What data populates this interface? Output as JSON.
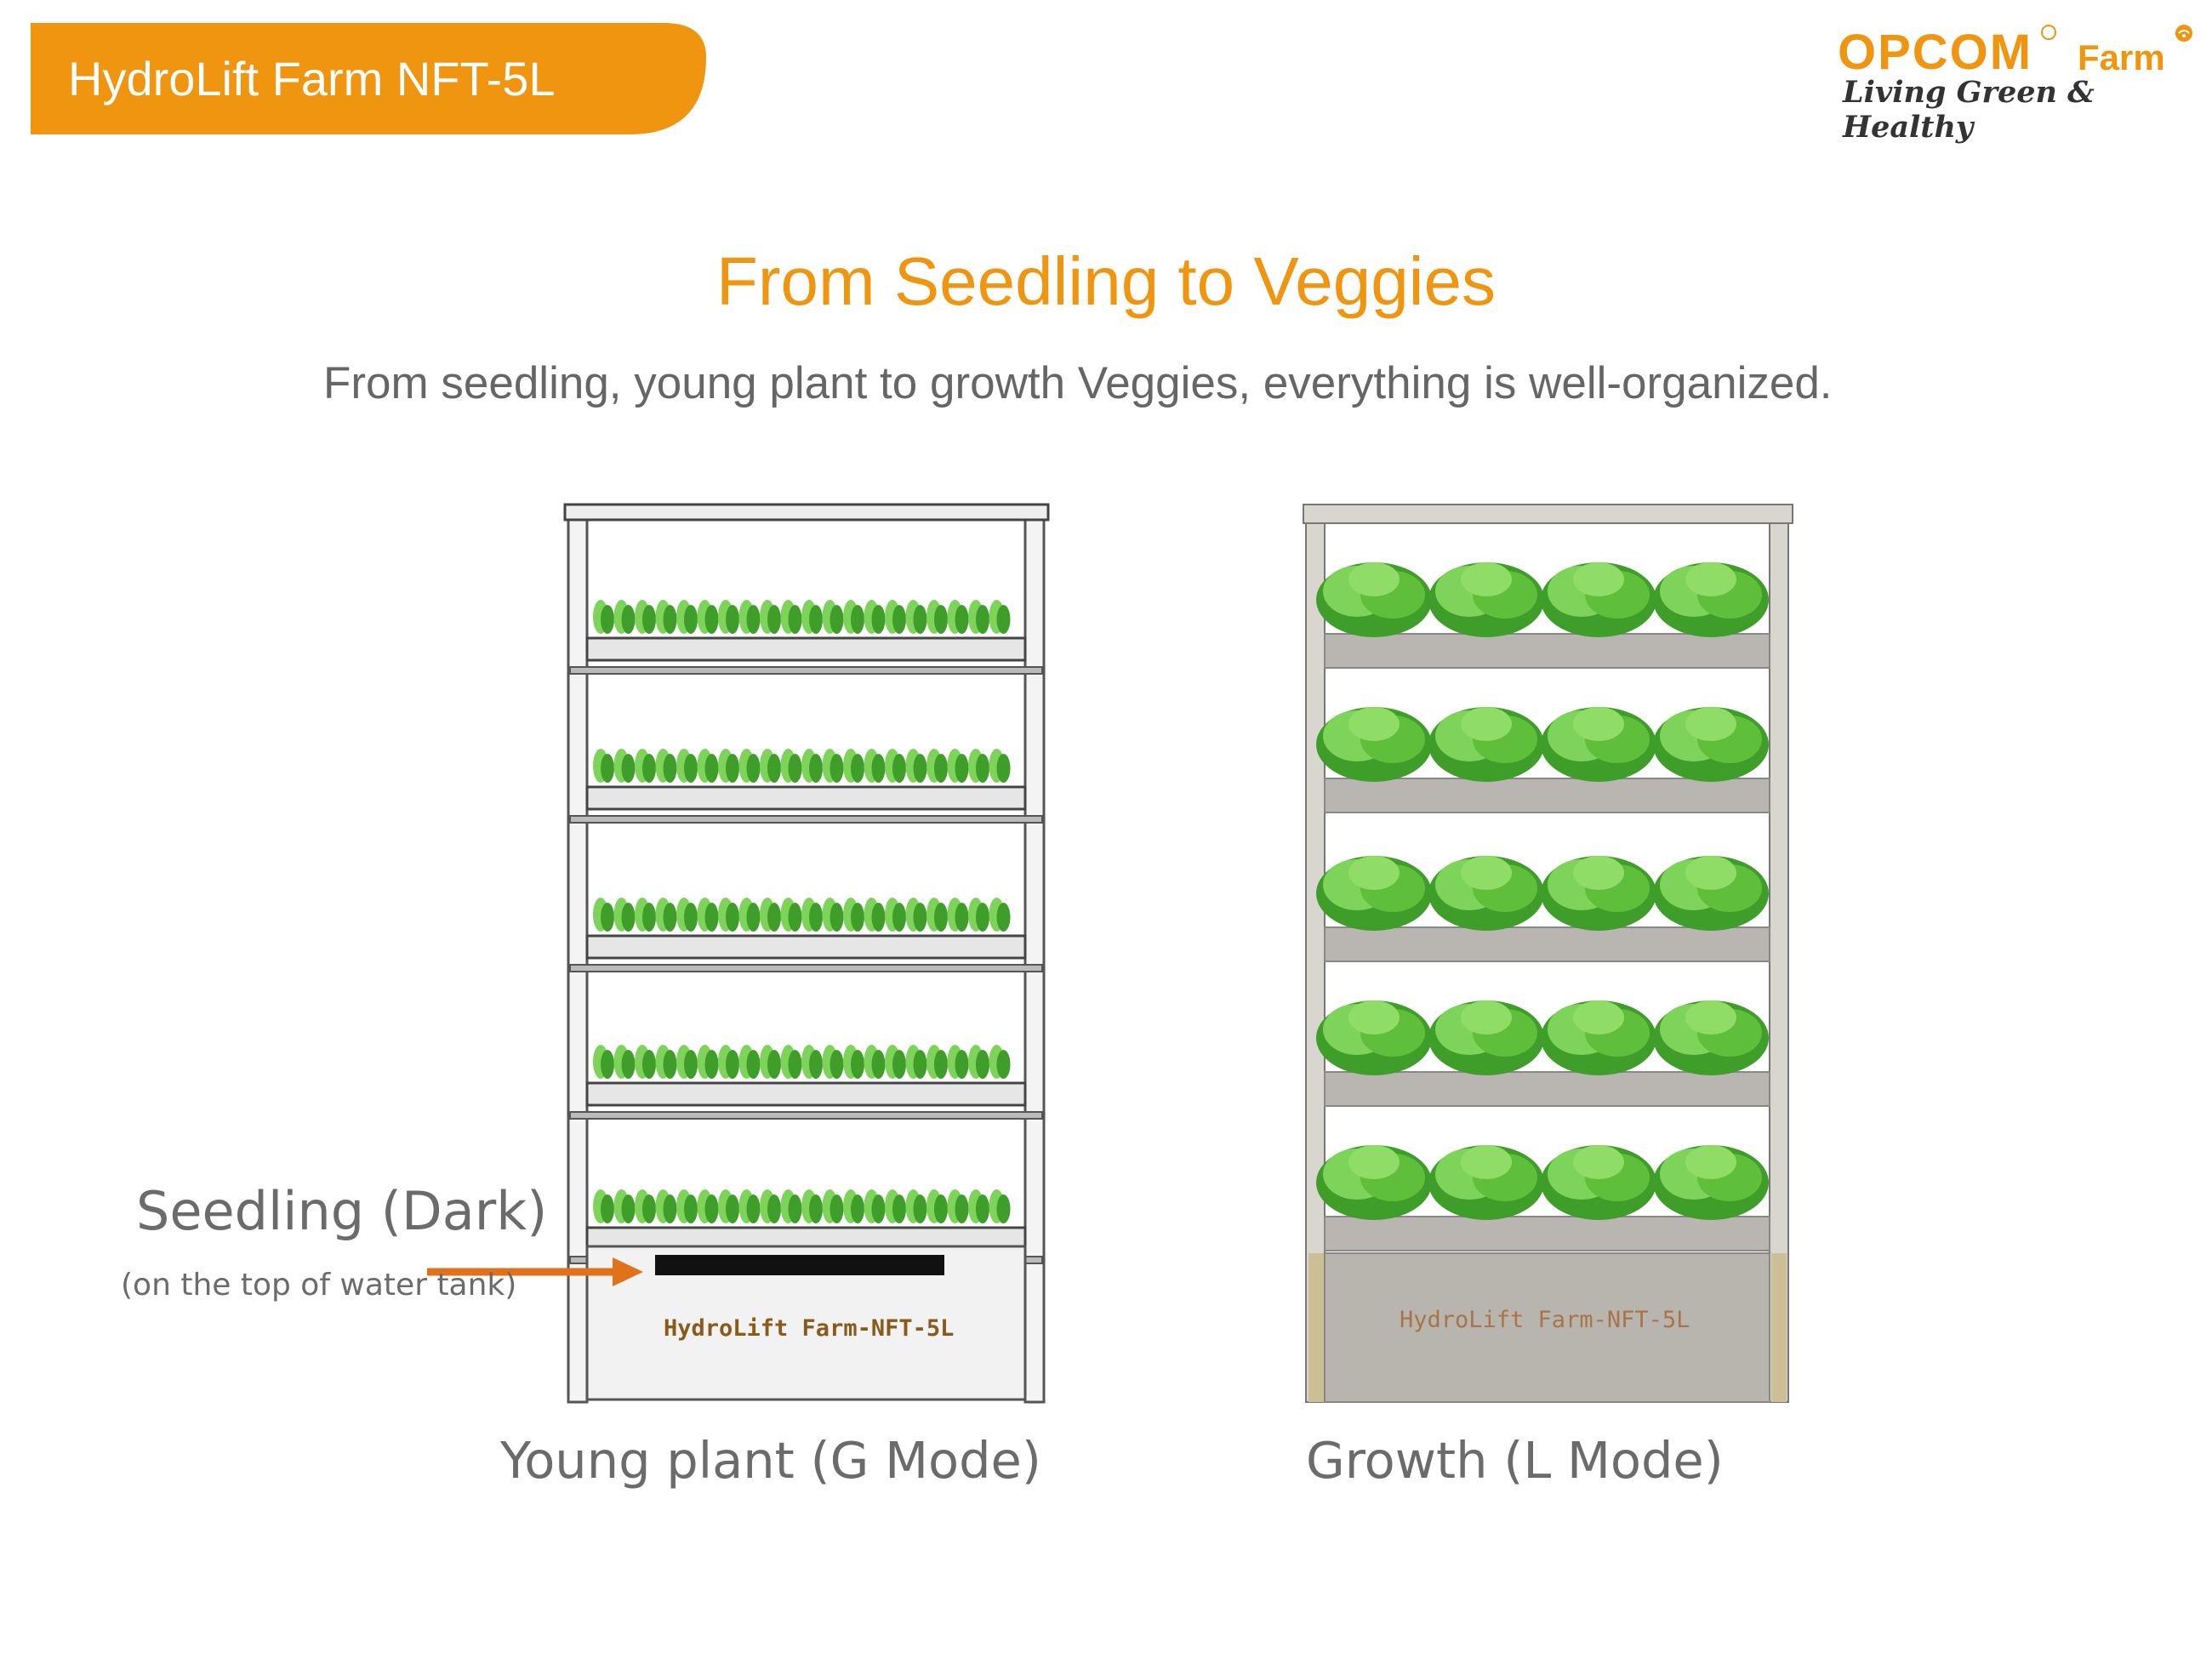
{
  "header": {
    "tab_title": "HydroLift Farm NFT-5L"
  },
  "logo": {
    "brand": "OPCOM",
    "suffix": "Farm",
    "tagline": "Living Green & Healthy"
  },
  "main": {
    "title": "From Seedling to Veggies",
    "subtitle": "From seedling, young plant to growth Veggies, everything is well-organized."
  },
  "left_rack": {
    "tank_label": "HydroLift Farm-NFT-5L",
    "caption": "Young plant (G Mode)",
    "callout_title": "Seedling (Dark)",
    "callout_note": "(on the top of water tank)"
  },
  "right_rack": {
    "tank_label": "HydroLift Farm-NFT-5L",
    "caption": "Growth (L Mode)"
  },
  "colors": {
    "accent": "#f0950f",
    "leaf_light": "#7ed35a",
    "leaf_dark": "#3f9e2a",
    "arrow": "#e0721a"
  }
}
